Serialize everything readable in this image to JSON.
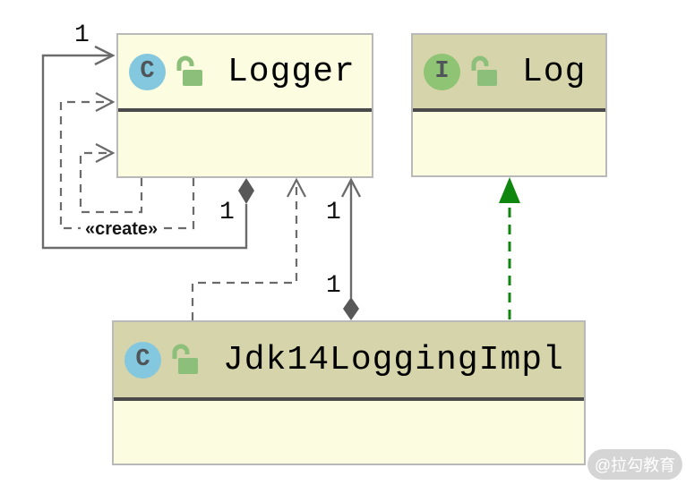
{
  "diagram": {
    "nodes": [
      {
        "id": "logger",
        "kind": "class",
        "badge_letter": "C",
        "name": "Logger"
      },
      {
        "id": "log",
        "kind": "interface",
        "badge_letter": "I",
        "name": "Log"
      },
      {
        "id": "jdk14",
        "kind": "class",
        "badge_letter": "C",
        "name": "Jdk14LoggingImpl"
      }
    ],
    "edges": [
      {
        "from": "Logger",
        "to": "Logger",
        "type": "self-association-aggregation",
        "source_multiplicity": "1",
        "target_multiplicity": "1"
      },
      {
        "from": "Logger",
        "to": "Logger",
        "type": "self-dependency",
        "stereotype": "«create»"
      },
      {
        "from": "Logger",
        "to": "Logger",
        "type": "self-dependency"
      },
      {
        "from": "Jdk14LoggingImpl",
        "to": "Logger",
        "type": "dependency"
      },
      {
        "from": "Jdk14LoggingImpl",
        "to": "Logger",
        "type": "association-aggregation",
        "source_multiplicity": "1",
        "target_multiplicity": "1"
      },
      {
        "from": "Jdk14LoggingImpl",
        "to": "Log",
        "type": "realization"
      }
    ],
    "labels": {
      "create": "«create»",
      "mult_top_left": "1",
      "mult_self_diamond": "1",
      "mult_assoc_target": "1",
      "mult_assoc_source": "1"
    },
    "colors": {
      "node_body": "#fcfce0",
      "node_header_olive": "#d5d4aa",
      "node_border": "#b9b9b9",
      "divider": "#4a4a4a",
      "edge_gray": "#6b6b6b",
      "diamond_fill": "#585858",
      "realization_green": "#0f870f",
      "class_badge": "#83c8de",
      "interface_badge": "#8fc475",
      "lock_green": "#8cc07a"
    },
    "watermark": "@拉勾教育"
  }
}
